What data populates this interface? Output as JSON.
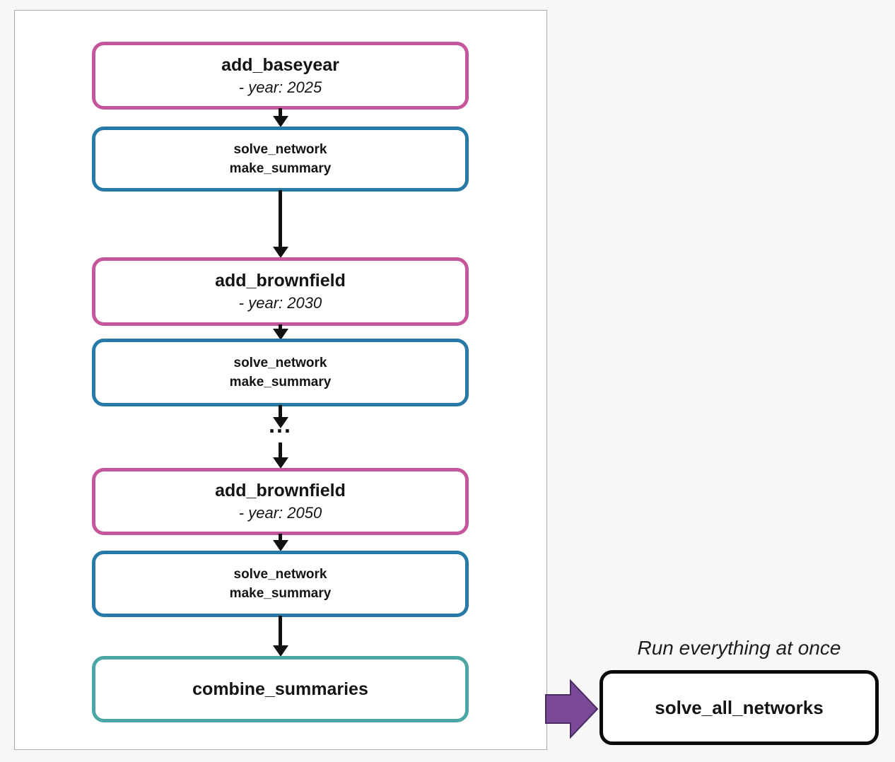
{
  "colors": {
    "background": "#f7f7f7",
    "panel_border": "#ababab",
    "rule_box_pink": "#c6569c",
    "solve_box_blue": "#2779a8",
    "combine_box_teal": "#4ba7a4",
    "run_all_arrow_purple": "#7a4a99",
    "run_all_arrow_outline": "#4a2b63",
    "solve_all_box_border": "#0a0a0a",
    "arrow_black": "#111111"
  },
  "flow": {
    "nodes": [
      {
        "type": "rule",
        "title": "add_baseyear",
        "subtitle": "- year: 2025",
        "color": "pink"
      },
      {
        "type": "solve",
        "line1": "solve_network",
        "line2": "make_summary",
        "color": "blue"
      },
      {
        "type": "rule",
        "title": "add_brownfield",
        "subtitle": "- year: 2030",
        "color": "pink"
      },
      {
        "type": "solve",
        "line1": "solve_network",
        "line2": "make_summary",
        "color": "blue"
      },
      {
        "type": "rule",
        "title": "add_brownfield",
        "subtitle": "- year: 2050",
        "color": "pink"
      },
      {
        "type": "solve",
        "line1": "solve_network",
        "line2": "make_summary",
        "color": "blue"
      },
      {
        "type": "final",
        "title": "combine_summaries",
        "color": "teal"
      }
    ],
    "ellipsis": "..."
  },
  "aside": {
    "caption": "Run everything at once",
    "box_label": "solve_all_networks"
  }
}
